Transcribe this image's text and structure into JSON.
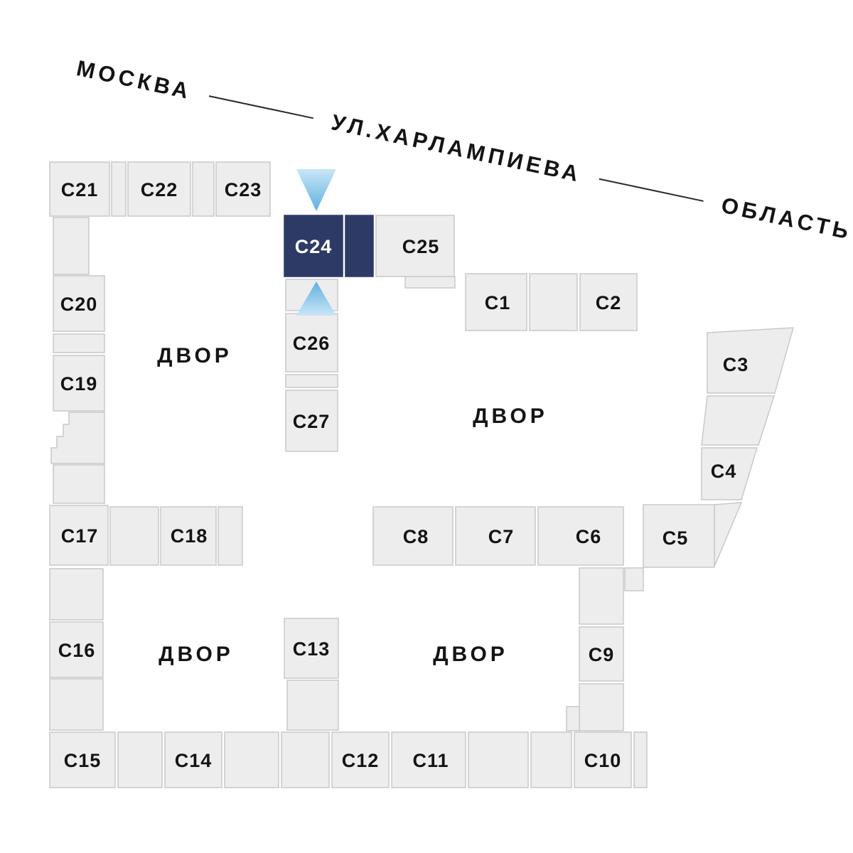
{
  "street": {
    "from": "МОСКВА",
    "name": "УЛ.ХАРЛАМПИЕВА",
    "to": "ОБЛАСТЬ"
  },
  "courtyard_label": "ДВОР",
  "highlighted_building": "c24",
  "buildings": {
    "c1": {
      "label": "С1"
    },
    "c2": {
      "label": "С2"
    },
    "c3": {
      "label": "С3"
    },
    "c4": {
      "label": "С4"
    },
    "c5": {
      "label": "С5"
    },
    "c6": {
      "label": "С6"
    },
    "c7": {
      "label": "С7"
    },
    "c8": {
      "label": "С8"
    },
    "c9": {
      "label": "С9"
    },
    "c10": {
      "label": "С10"
    },
    "c11": {
      "label": "С11"
    },
    "c12": {
      "label": "С12"
    },
    "c13": {
      "label": "С13"
    },
    "c14": {
      "label": "С14"
    },
    "c15": {
      "label": "С15"
    },
    "c16": {
      "label": "С16"
    },
    "c17": {
      "label": "С17"
    },
    "c18": {
      "label": "С18"
    },
    "c19": {
      "label": "С19"
    },
    "c20": {
      "label": "С20"
    },
    "c21": {
      "label": "С21"
    },
    "c22": {
      "label": "С22"
    },
    "c23": {
      "label": "С23"
    },
    "c24": {
      "label": "С24"
    },
    "c25": {
      "label": "С25"
    },
    "c26": {
      "label": "С26"
    },
    "c27": {
      "label": "С27"
    }
  },
  "colors": {
    "highlight": "#2e3a66",
    "building": "#ededed",
    "building-border": "#c9c9c9",
    "arrow-light": "#c9e6f6",
    "arrow-strong": "#5fb0e0",
    "text": "#141414"
  }
}
